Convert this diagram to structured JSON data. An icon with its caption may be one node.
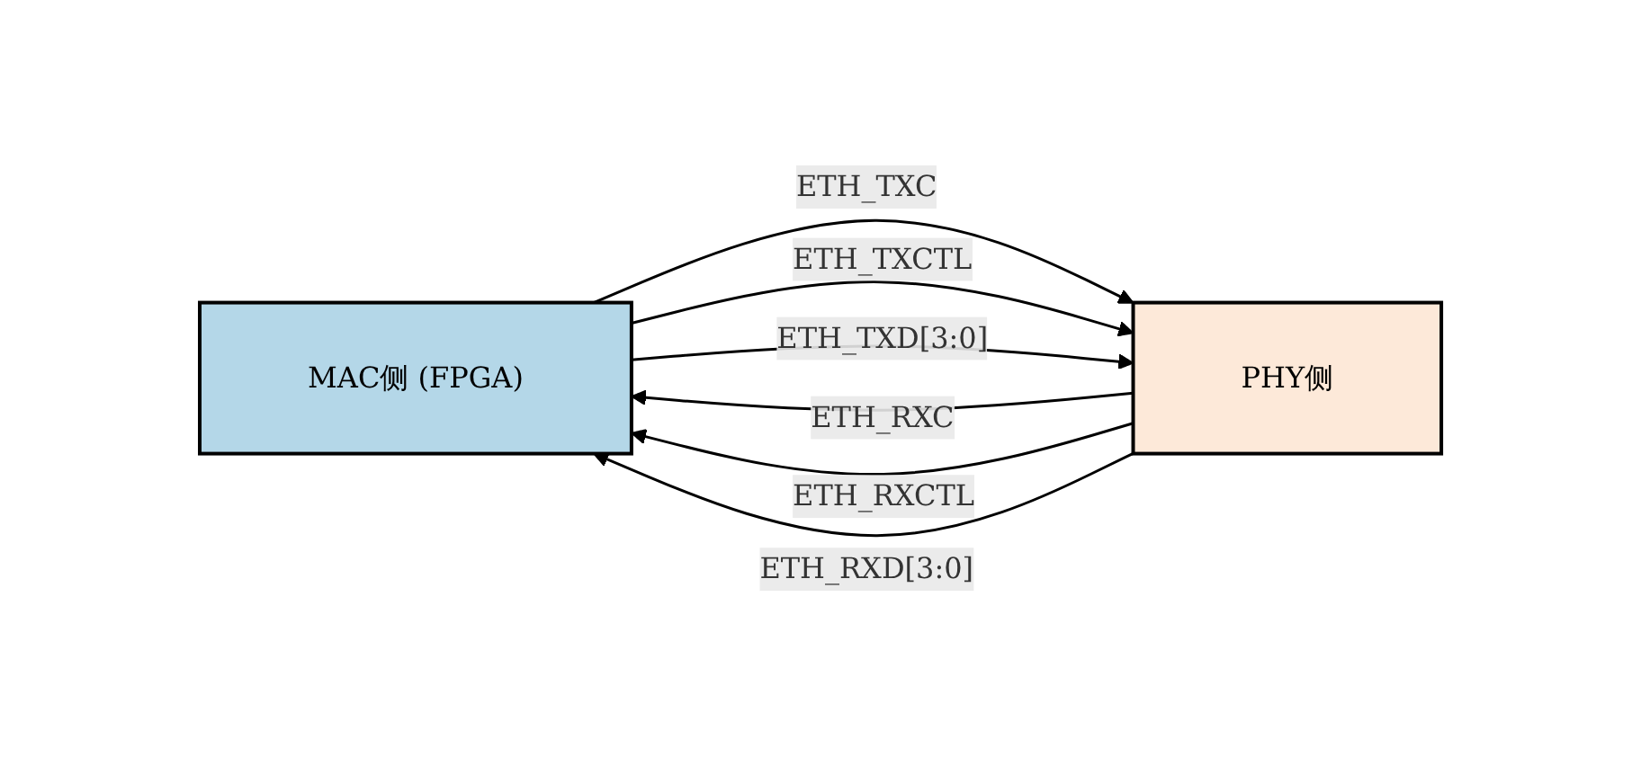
{
  "diagram": {
    "nodes": [
      {
        "text": [
          "MAC侧 (FPGA)"
        ]
      },
      {
        "text": [
          "PHY侧"
        ]
      }
    ],
    "edges": [
      {
        "from": 1,
        "to": 0,
        "arrow": "to",
        "label": "ETH_RXC"
      },
      {
        "from": 1,
        "to": 0,
        "arrow": "to",
        "label": "ETH_RXCTL"
      },
      {
        "from": 1,
        "to": 0,
        "arrow": "to",
        "label": "ETH_RXD[3:0]"
      },
      {
        "from": 0,
        "to": 1,
        "arrow": "to",
        "label": "ETH_TXC"
      },
      {
        "from": 0,
        "to": 1,
        "arrow": "to",
        "label": "ETH_TXCTL"
      },
      {
        "from": 0,
        "to": 1,
        "arrow": "to",
        "label": "ETH_TXD[3:0]"
      }
    ]
  }
}
